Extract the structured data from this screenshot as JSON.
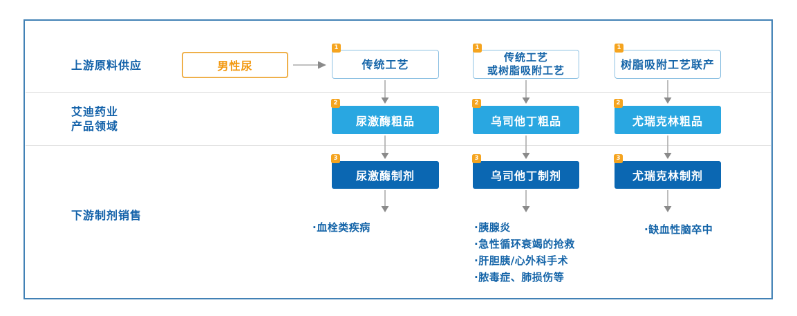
{
  "rows": {
    "upstream_label": "上游原料供应",
    "company_label": "艾迪药业\n产品领域",
    "downstream_label": "下游制剂销售"
  },
  "source_box": {
    "label": "男性尿"
  },
  "columns": [
    {
      "process": {
        "badge": "1",
        "lines": [
          "传统工艺"
        ]
      },
      "crude": {
        "badge": "2",
        "label": "尿激酶粗品"
      },
      "formulation": {
        "badge": "3",
        "label": "尿激酶制剂"
      },
      "indications": [
        "·血栓类疾病"
      ]
    },
    {
      "process": {
        "badge": "1",
        "lines": [
          "传统工艺",
          "或树脂吸附工艺"
        ]
      },
      "crude": {
        "badge": "2",
        "label": "乌司他丁粗品"
      },
      "formulation": {
        "badge": "3",
        "label": "乌司他丁制剂"
      },
      "indications": [
        "·胰腺炎",
        "·急性循环衰竭的抢救",
        "·肝胆胰/心外科手术",
        "·脓毒症、肺损伤等"
      ]
    },
    {
      "process": {
        "badge": "1",
        "lines": [
          "树脂吸附工艺联产"
        ]
      },
      "crude": {
        "badge": "2",
        "label": "尤瑞克林粗品"
      },
      "formulation": {
        "badge": "3",
        "label": "尤瑞克林制剂"
      },
      "indications": [
        "·缺血性脑卒中"
      ]
    }
  ],
  "colors": {
    "frame_border": "#4181B5",
    "crude_fill": "#29A7E1",
    "formulation_fill": "#0B67B2",
    "badge_fill": "#F5A41F",
    "label_blue": "#1261A9",
    "source_orange": "#F2980F",
    "arrow_gray": "#ACACAC"
  }
}
